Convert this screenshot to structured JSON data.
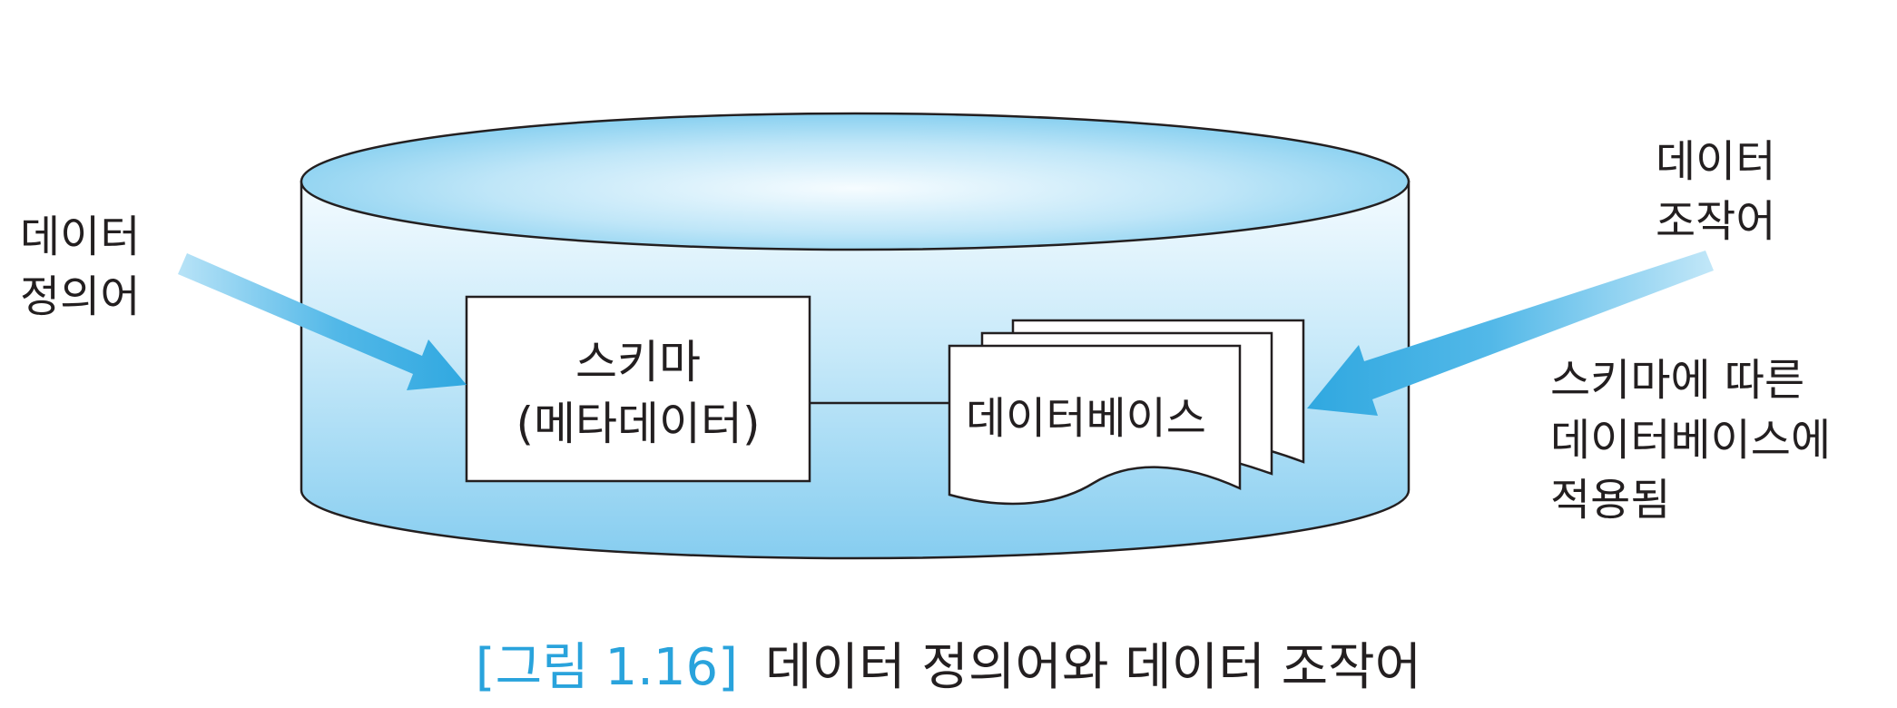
{
  "diagram": {
    "left_label": [
      "데이터",
      "정의어"
    ],
    "right_top_label": [
      "데이터",
      "조작어"
    ],
    "right_bottom_label": [
      "스키마에 따른",
      "데이터베이스에",
      "적용됨"
    ],
    "schema_box": [
      "스키마",
      "(메타데이터)"
    ],
    "database_doc": "데이터베이스"
  },
  "caption": {
    "number": "[그림 1.16]",
    "title": "데이터 정의어와 데이터 조작어"
  },
  "colors": {
    "cylinder_light": "#e9f6fd",
    "cylinder_dark": "#8fd0f1",
    "arrow_blue": "#3aaee3",
    "caption_accent": "#29a3dc",
    "text": "#231f20"
  }
}
